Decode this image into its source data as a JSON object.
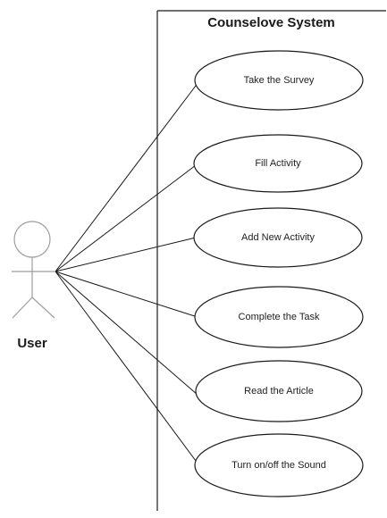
{
  "system": {
    "title": "Counselove System"
  },
  "actor": {
    "name": "User"
  },
  "use_cases": [
    {
      "label": "Take the Survey"
    },
    {
      "label": "Fill Activity"
    },
    {
      "label": "Add New Activity"
    },
    {
      "label": "Complete the Task"
    },
    {
      "label": "Read the Article"
    },
    {
      "label": "Turn on/off the Sound"
    }
  ],
  "colors": {
    "stroke": "#1a1a1a",
    "actor_stroke": "#9e9e9e",
    "background": "#ffffff"
  }
}
